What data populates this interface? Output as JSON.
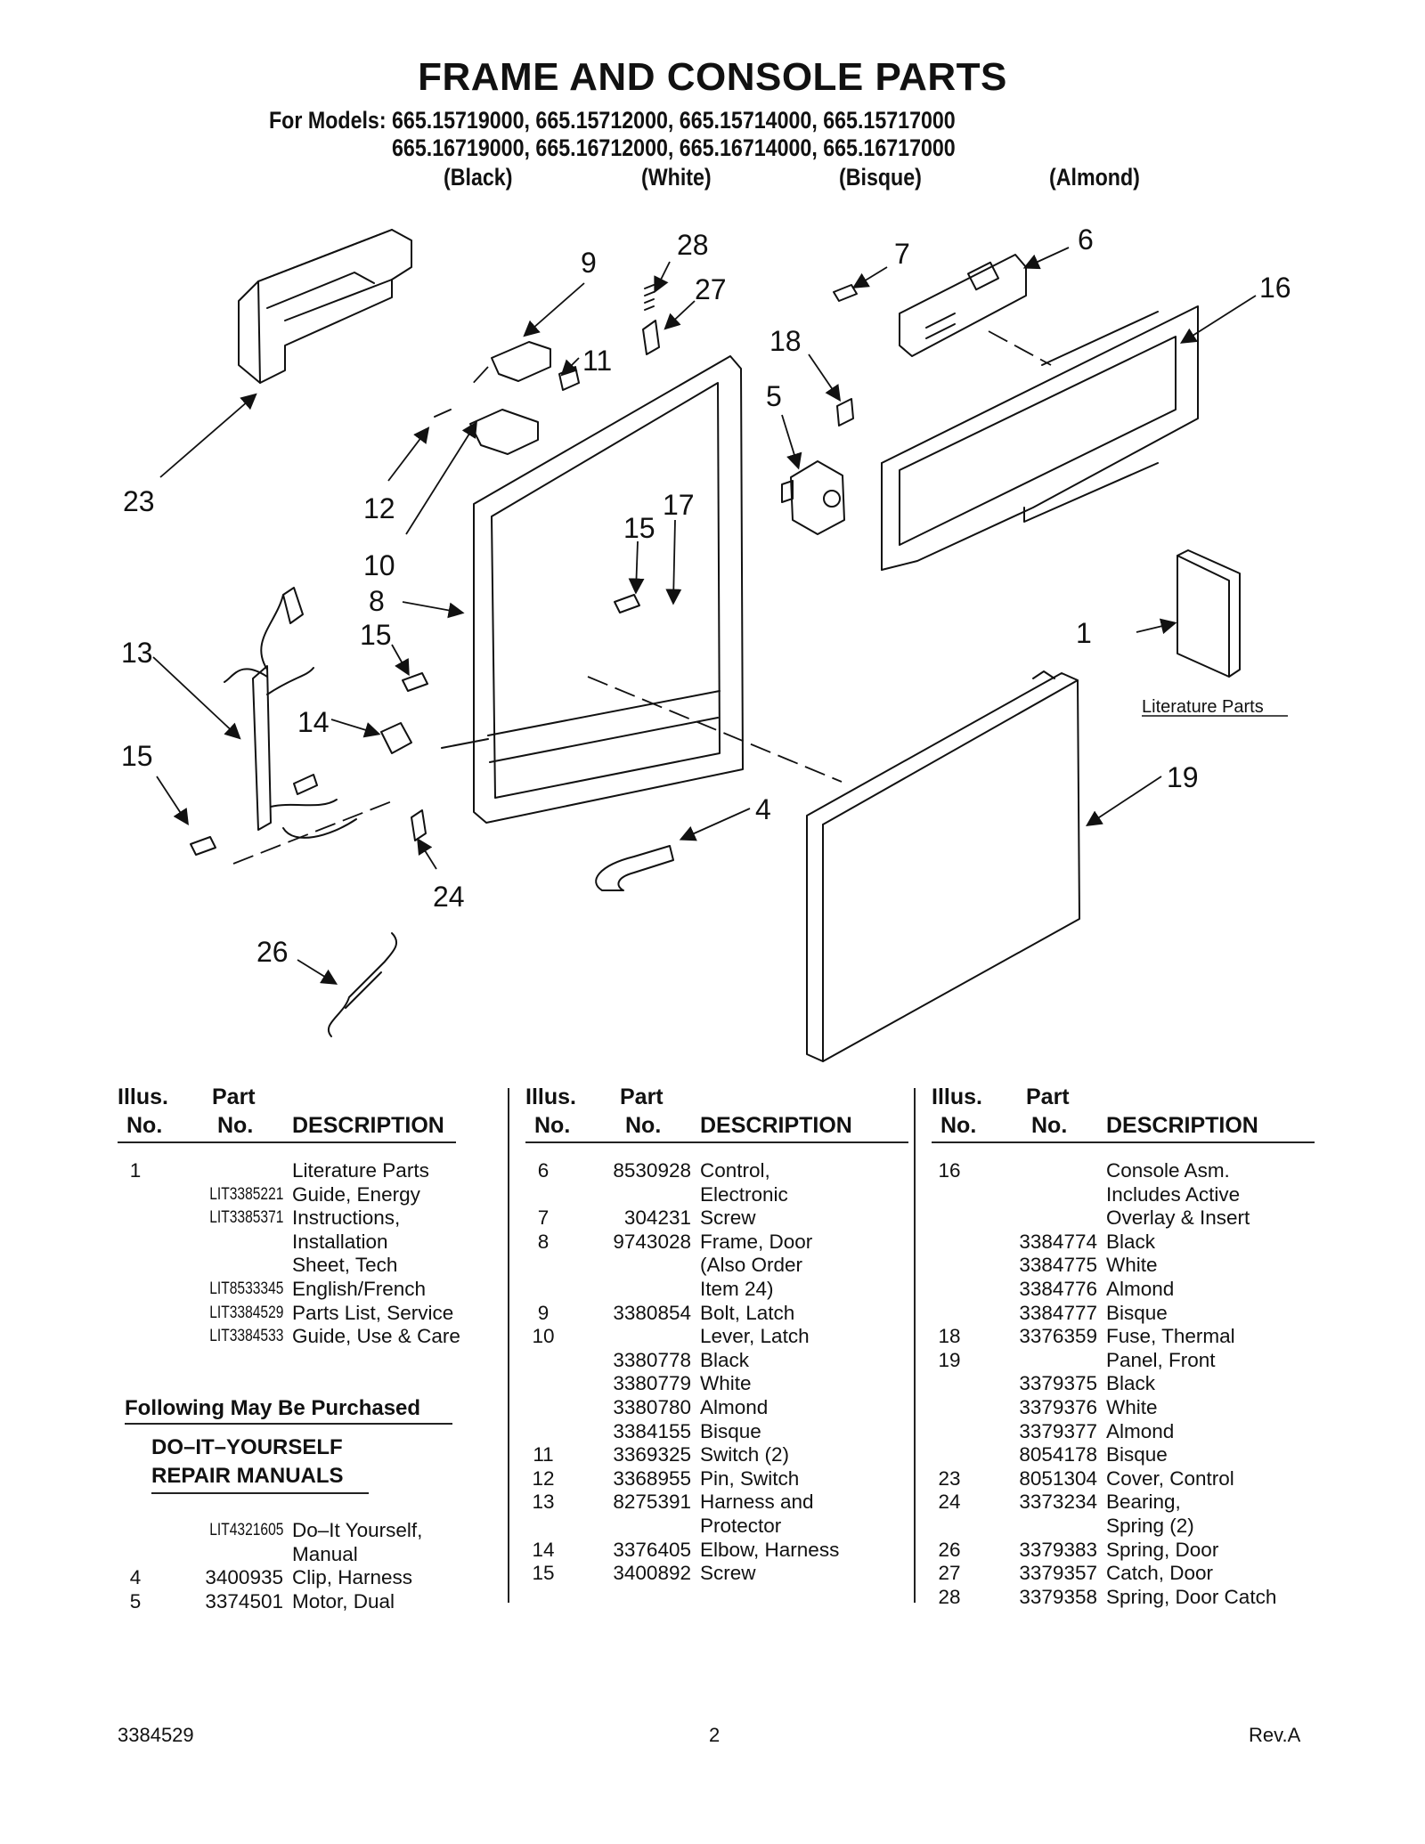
{
  "header": {
    "title": "FRAME AND CONSOLE PARTS",
    "models_label": "For Models:",
    "models_row1": "665.15719000, 665.15712000, 665.15714000, 665.15717000",
    "models_row2": "665.16719000, 665.16712000, 665.16714000, 665.16717000",
    "colors": [
      "(Black)",
      "(White)",
      "(Bisque)",
      "(Almond)"
    ]
  },
  "diagram": {
    "callouts": [
      "9",
      "28",
      "27",
      "7",
      "6",
      "16",
      "11",
      "18",
      "5",
      "23",
      "12",
      "17",
      "15",
      "10",
      "8",
      "15",
      "1",
      "13",
      "14",
      "15",
      "19",
      "4",
      "24",
      "26"
    ],
    "literature_label": "Literature Parts"
  },
  "table": {
    "headers": {
      "illus_1": "Illus.",
      "illus_2": "No.",
      "part_1": "Part",
      "part_2": "No.",
      "description": "DESCRIPTION"
    },
    "col1": [
      {
        "illus": "1",
        "part": "",
        "desc": "Literature Parts"
      },
      {
        "illus": "",
        "part": "LIT3385221",
        "desc": "Guide, Energy"
      },
      {
        "illus": "",
        "part": "LIT3385371",
        "desc": "Instructions,"
      },
      {
        "illus": "",
        "part": "",
        "desc": "Installation"
      },
      {
        "illus": "",
        "part": "",
        "desc": "Sheet, Tech"
      },
      {
        "illus": "",
        "part": "LIT8533345",
        "desc": "English/French"
      },
      {
        "illus": "",
        "part": "LIT3384529",
        "desc": "Parts List, Service"
      },
      {
        "illus": "",
        "part": "LIT3384533",
        "desc": "Guide, Use & Care"
      }
    ],
    "purchase_heading": "Following May Be Purchased",
    "diy_line1": "DO–IT–YOURSELF",
    "diy_line2": "REPAIR MANUALS",
    "col1b": [
      {
        "illus": "",
        "part": "LIT4321605",
        "desc": "Do–It Yourself,"
      },
      {
        "illus": "",
        "part": "",
        "desc": "Manual"
      },
      {
        "illus": "4",
        "part": "3400935",
        "desc": "Clip, Harness"
      },
      {
        "illus": "5",
        "part": "3374501",
        "desc": "Motor, Dual"
      }
    ],
    "col2": [
      {
        "illus": "6",
        "part": "8530928",
        "desc": "Control,"
      },
      {
        "illus": "",
        "part": "",
        "desc": "Electronic"
      },
      {
        "illus": "7",
        "part": "304231",
        "desc": "Screw"
      },
      {
        "illus": "8",
        "part": "9743028",
        "desc": "Frame, Door"
      },
      {
        "illus": "",
        "part": "",
        "desc": "(Also Order"
      },
      {
        "illus": "",
        "part": "",
        "desc": "Item 24)"
      },
      {
        "illus": "9",
        "part": "3380854",
        "desc": "Bolt, Latch"
      },
      {
        "illus": "10",
        "part": "",
        "desc": "Lever, Latch"
      },
      {
        "illus": "",
        "part": "3380778",
        "desc": "Black"
      },
      {
        "illus": "",
        "part": "3380779",
        "desc": "White"
      },
      {
        "illus": "",
        "part": "3380780",
        "desc": "Almond"
      },
      {
        "illus": "",
        "part": "3384155",
        "desc": "Bisque"
      },
      {
        "illus": "11",
        "part": "3369325",
        "desc": "Switch (2)"
      },
      {
        "illus": "12",
        "part": "3368955",
        "desc": "Pin, Switch"
      },
      {
        "illus": "13",
        "part": "8275391",
        "desc": "Harness and"
      },
      {
        "illus": "",
        "part": "",
        "desc": "Protector"
      },
      {
        "illus": "14",
        "part": "3376405",
        "desc": "Elbow, Harness"
      },
      {
        "illus": "15",
        "part": "3400892",
        "desc": "Screw"
      }
    ],
    "col3": [
      {
        "illus": "16",
        "part": "",
        "desc": "Console Asm."
      },
      {
        "illus": "",
        "part": "",
        "desc": "Includes Active"
      },
      {
        "illus": "",
        "part": "",
        "desc": "Overlay & Insert"
      },
      {
        "illus": "",
        "part": "3384774",
        "desc": "Black"
      },
      {
        "illus": "",
        "part": "3384775",
        "desc": "White"
      },
      {
        "illus": "",
        "part": "3384776",
        "desc": "Almond"
      },
      {
        "illus": "",
        "part": "3384777",
        "desc": "Bisque"
      },
      {
        "illus": "18",
        "part": "3376359",
        "desc": "Fuse, Thermal"
      },
      {
        "illus": "19",
        "part": "",
        "desc": "Panel, Front"
      },
      {
        "illus": "",
        "part": "3379375",
        "desc": "Black"
      },
      {
        "illus": "",
        "part": "3379376",
        "desc": "White"
      },
      {
        "illus": "",
        "part": "3379377",
        "desc": "Almond"
      },
      {
        "illus": "",
        "part": "8054178",
        "desc": "Bisque"
      },
      {
        "illus": "23",
        "part": "8051304",
        "desc": "Cover, Control"
      },
      {
        "illus": "24",
        "part": "3373234",
        "desc": "Bearing,"
      },
      {
        "illus": "",
        "part": "",
        "desc": "Spring (2)"
      },
      {
        "illus": "26",
        "part": "3379383",
        "desc": "Spring, Door"
      },
      {
        "illus": "27",
        "part": "3379357",
        "desc": "Catch, Door"
      },
      {
        "illus": "28",
        "part": "3379358",
        "desc": "Spring, Door Catch"
      }
    ]
  },
  "footer": {
    "doc_number": "3384529",
    "page": "2",
    "revision": "Rev.A"
  }
}
